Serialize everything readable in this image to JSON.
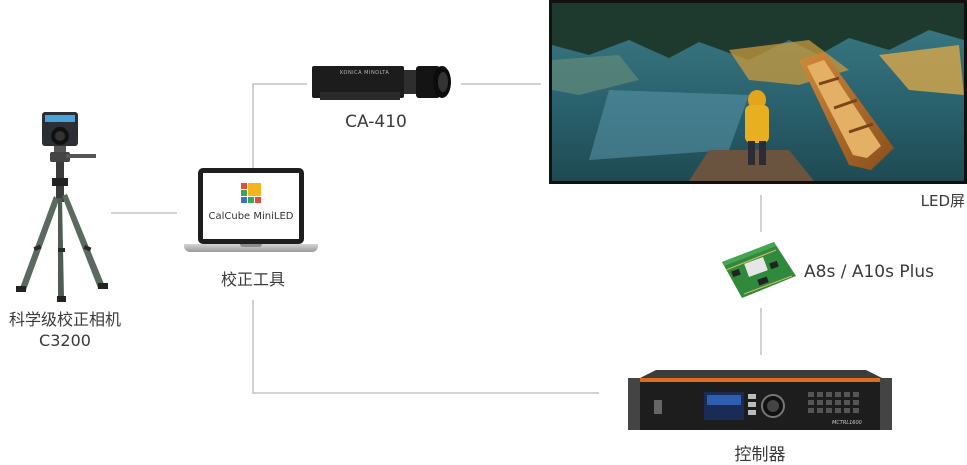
{
  "devices": {
    "camera": {
      "label_line1": "科学级校正相机",
      "label_line2": "C3200"
    },
    "laptop": {
      "screen_text": "CalCube MiniLED",
      "label": "校正工具"
    },
    "probe": {
      "label": "CA-410",
      "brand_text": "KONICA MINOLTA"
    },
    "led_screen": {
      "label": "LED屏"
    },
    "receiver_card": {
      "label": "A8s / A10s Plus"
    },
    "controller": {
      "label": "控制器",
      "model_text": "MCTRL1600"
    }
  },
  "colors": {
    "line": "#b8b8b8",
    "logo_red": "#e84a3c",
    "logo_yellow": "#f3b51b",
    "logo_green": "#3aa655",
    "logo_blue": "#3f6fd0",
    "controller_orange": "#e06a1e"
  }
}
